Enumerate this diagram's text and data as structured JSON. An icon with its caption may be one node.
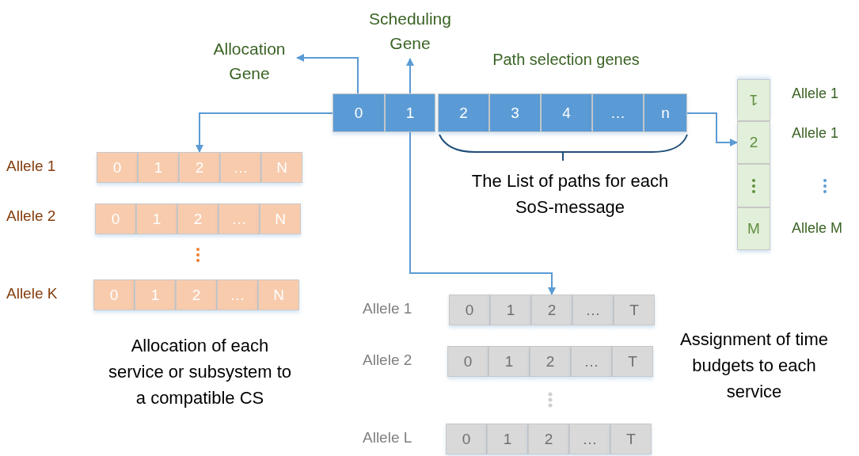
{
  "diagram": {
    "nodes": [
      {
        "text": [
          "Scheduling Gene"
        ]
      },
      {
        "text": [
          "Allocation Gene"
        ]
      },
      {
        "text": [
          "0"
        ]
      },
      {
        "text": [
          "1"
        ]
      },
      {
        "text": [
          "2"
        ]
      },
      {
        "text": [
          "3"
        ]
      },
      {
        "text": [
          "4"
        ]
      },
      {
        "text": [
          "…"
        ]
      },
      {
        "text": [
          "n"
        ]
      },
      {
        "text": [
          "1"
        ]
      },
      {
        "text": [
          "2"
        ]
      },
      {
        "text": [],
        "shape": "box"
      },
      {
        "text": [
          "M"
        ]
      },
      {
        "text": [
          "0"
        ]
      },
      {
        "text": [
          "1"
        ]
      },
      {
        "text": [
          "2"
        ]
      },
      {
        "text": [
          "…"
        ]
      },
      {
        "text": [
          "N"
        ]
      },
      {
        "text": [
          "0"
        ]
      },
      {
        "text": [
          "1"
        ]
      },
      {
        "text": [
          "2"
        ]
      },
      {
        "text": [
          "…"
        ]
      },
      {
        "text": [
          "N"
        ]
      },
      {
        "text": [
          "0"
        ]
      },
      {
        "text": [
          "1"
        ]
      },
      {
        "text": [
          "2"
        ]
      },
      {
        "text": [
          "…"
        ]
      },
      {
        "text": [
          "N"
        ]
      },
      {
        "text": [
          "0"
        ]
      },
      {
        "text": [
          "1"
        ]
      },
      {
        "text": [
          "2"
        ]
      },
      {
        "text": [
          "…"
        ]
      },
      {
        "text": [
          "T"
        ]
      },
      {
        "text": [
          "0"
        ]
      },
      {
        "text": [
          "1"
        ]
      },
      {
        "text": [
          "2"
        ]
      },
      {
        "text": [
          "…"
        ]
      },
      {
        "text": [
          "T"
        ]
      },
      {
        "text": [
          "0"
        ]
      },
      {
        "text": [
          "1"
        ]
      },
      {
        "text": [
          "2"
        ]
      },
      {
        "text": [
          "…"
        ]
      },
      {
        "text": [
          "T"
        ]
      }
    ],
    "edges": [
      {
        "from": 2,
        "to": 1,
        "arrow": "to"
      },
      {
        "from": 3,
        "to": 0,
        "arrow": "to"
      },
      {
        "from": 2,
        "to": 15,
        "arrow": "to"
      },
      {
        "from": 8,
        "to": 10,
        "arrow": "to"
      },
      {
        "from": 3,
        "to": 30,
        "arrow": "to"
      }
    ],
    "labels": [
      "Path selection genes",
      "Allele 1",
      "Allele 1",
      "Allele M",
      "The List of paths for each SoS-message",
      "Allele 1",
      "Allele 2",
      "Allele K",
      "Allocation of each service or subsystem to a compatible CS",
      "Allele 1",
      "Allele 2",
      "Allele L",
      "Assignment of time budgets to each service"
    ]
  }
}
